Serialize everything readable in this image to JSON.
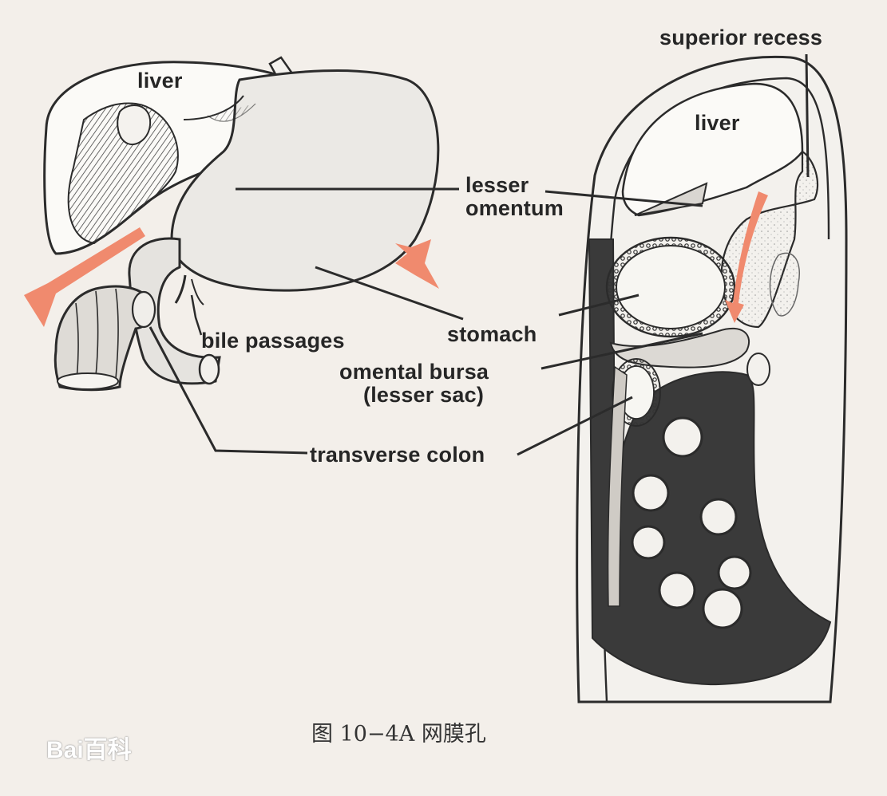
{
  "labels": {
    "liver_left": "liver",
    "liver_right": "liver",
    "superior_recess": "superior recess",
    "lesser_omentum_1": "lesser",
    "lesser_omentum_2": "omentum",
    "stomach": "stomach",
    "bile_passages": "bile passages",
    "omental_bursa_1": "omental bursa",
    "omental_bursa_2": "(lesser sac)",
    "transverse_colon": "transverse colon"
  },
  "caption": "图 10−4A    网膜孔",
  "watermark": "Bai百科",
  "colors": {
    "background": "#f3efea",
    "arrow": "#f08a6e",
    "ink": "#2b2b2b",
    "dark_fill": "#3a3a3a"
  }
}
